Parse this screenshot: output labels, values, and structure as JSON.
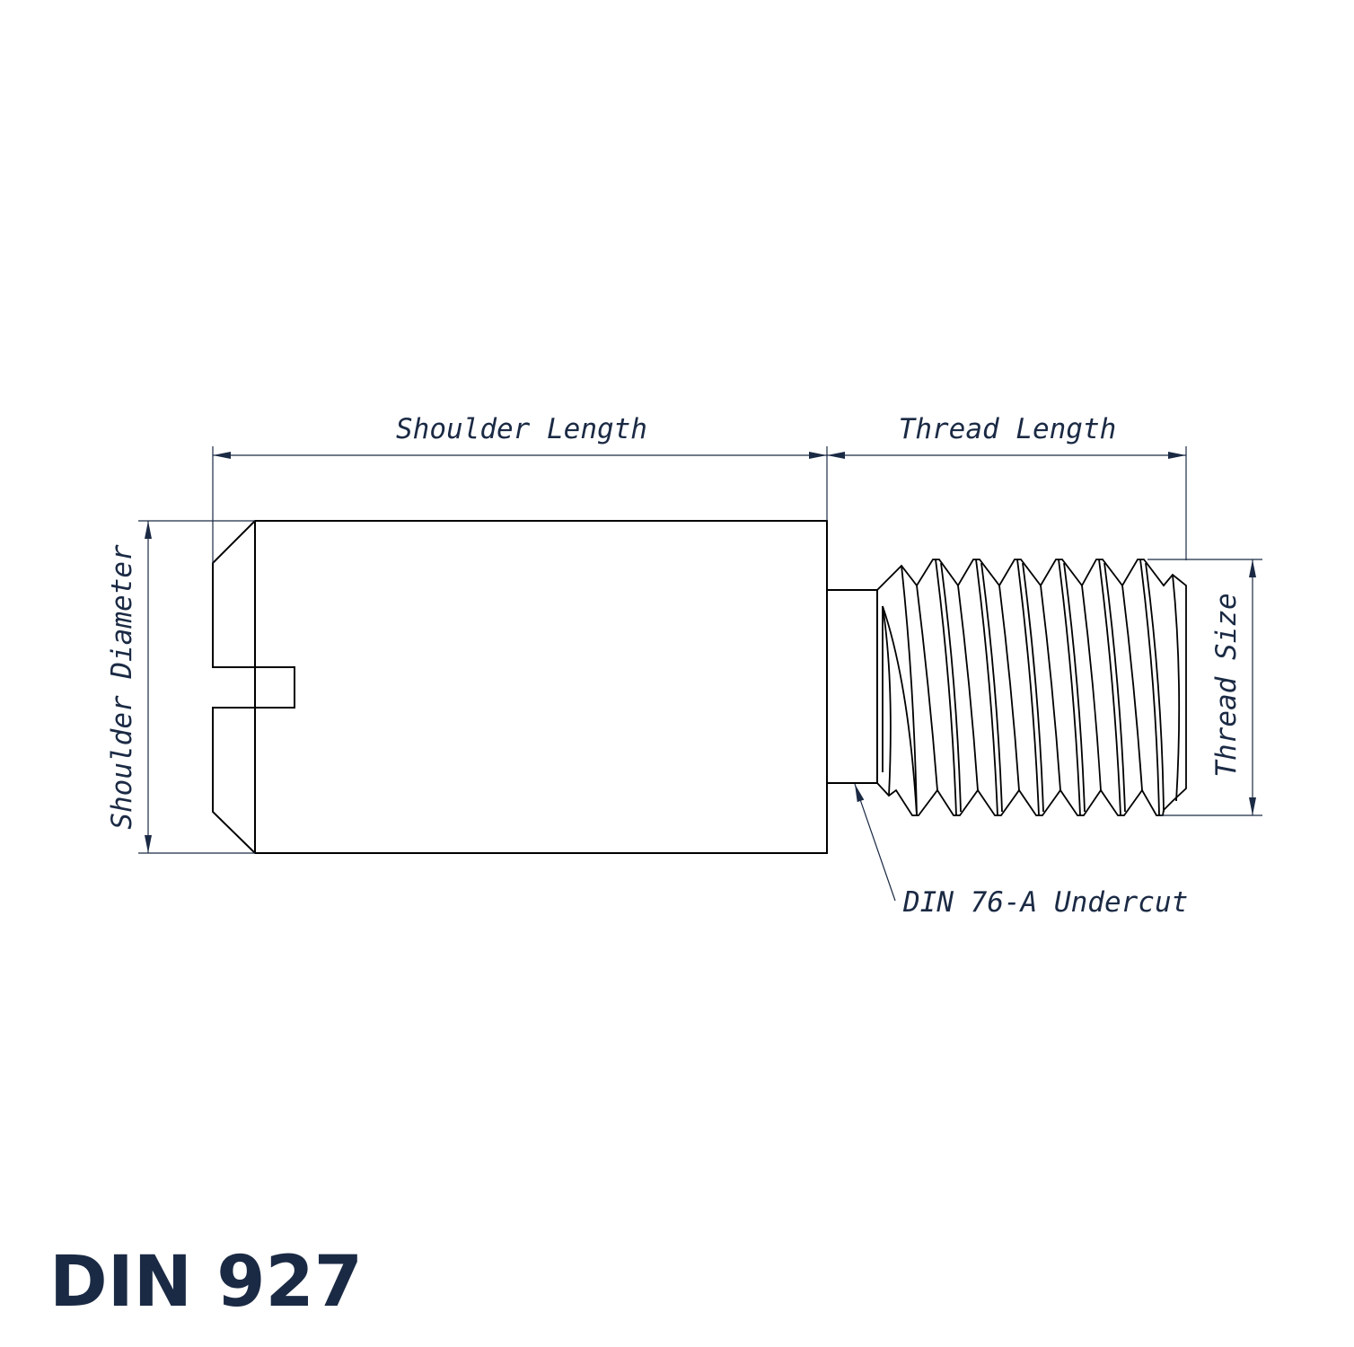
{
  "colors": {
    "outline": "#000000",
    "annotation": "#1b2a44",
    "background": "#ffffff"
  },
  "labels": {
    "shoulder_length": "Shoulder Length",
    "thread_length": "Thread Length",
    "shoulder_diameter": "Shoulder Diameter",
    "thread_size": "Thread Size",
    "undercut": "DIN 76-A Undercut"
  },
  "title": "DIN 927"
}
